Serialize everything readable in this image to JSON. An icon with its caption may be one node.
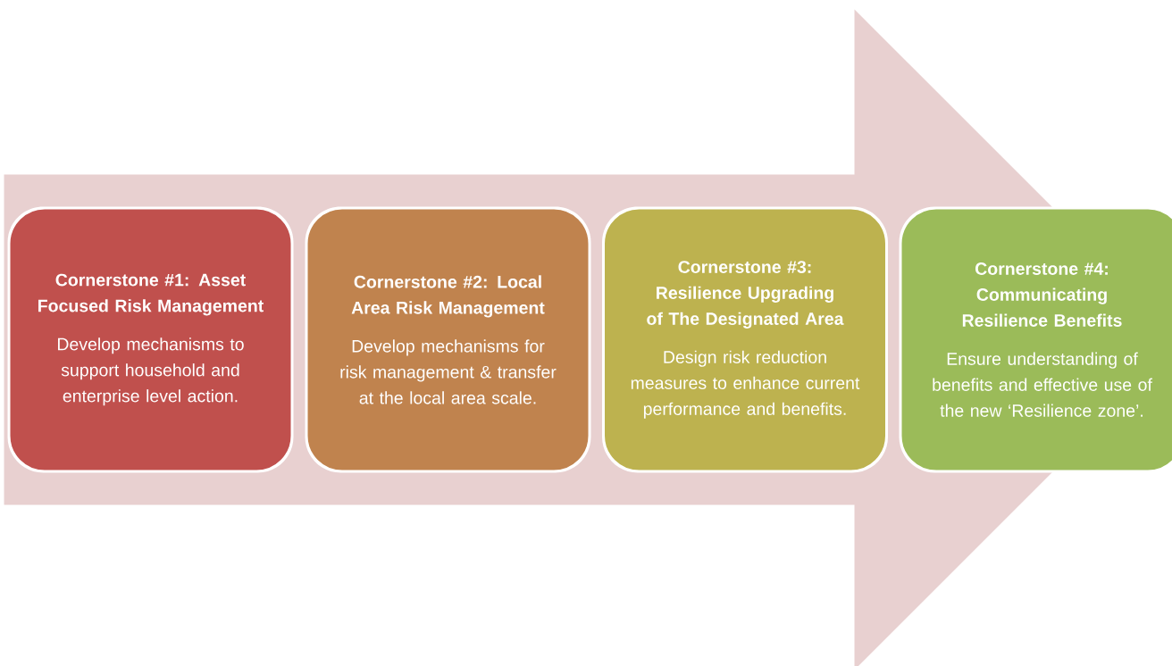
{
  "diagram": {
    "nodes": [
      {
        "text": [
          "Cornerstone #1: Asset Focused Risk Management",
          "Develop mechanisms to support household and enterprise level action."
        ]
      },
      {
        "text": [
          "Cornerstone #2: Local Area Risk Management",
          "Develop mechanisms for risk management & transfer at the local area scale."
        ]
      },
      {
        "text": [
          "Cornerstone #3: Resilience Upgrading of The Designated Area",
          "Design risk reduction measures to enhance current performance and benefits."
        ]
      },
      {
        "text": [
          "Cornerstone #4: Communicating Resilience Benefits",
          "Ensure understanding of benefits and effective use of the new ‘Resilience zone’."
        ]
      }
    ],
    "edges": [
      {
        "from": 0,
        "to": 3,
        "arrow": "to"
      }
    ]
  }
}
